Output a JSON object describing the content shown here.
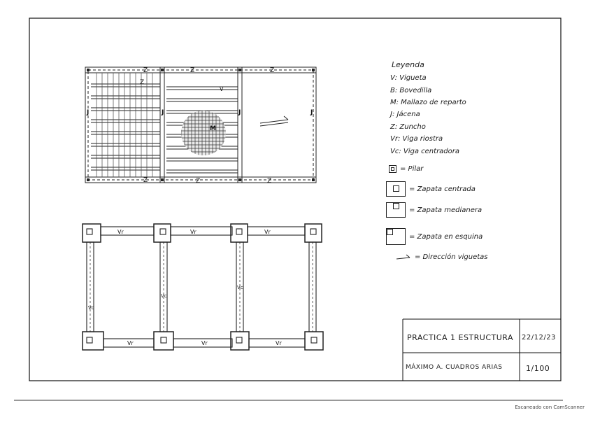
{
  "legend": {
    "title": "Leyenda",
    "items": [
      "V: Vigueta",
      "B: Bovedilla",
      "M: Mallazo de reparto",
      "J: Jácena",
      "Z: Zuncho",
      "Vr: Viga riostra",
      "Vc: Viga centradora"
    ],
    "symbols": [
      {
        "label": "= Pilar",
        "icon": "pilar-icon"
      },
      {
        "label": "= Zapata centrada",
        "icon": "zapata-centrada-icon"
      },
      {
        "label": "= Zapata medianera",
        "icon": "zapata-medianera-icon"
      },
      {
        "label": "= Zapata en esquina",
        "icon": "zapata-esquina-icon"
      },
      {
        "label": "= Dirección viguetas",
        "icon": "arrow-icon"
      }
    ]
  },
  "plan_labels": {
    "zuncho": "Z",
    "jacena": "J",
    "vigueta": "V",
    "mallazo": "M",
    "viga_riostra": "Vr",
    "viga_centradora": "Vc"
  },
  "title_block": {
    "title": "PRACTICA 1 ESTRUCTURA",
    "date": "22/12/23",
    "author": "MÁXIMO A. CUADROS ARIAS",
    "scale": "1/100"
  },
  "footer": "Escaneado con CamScanner"
}
